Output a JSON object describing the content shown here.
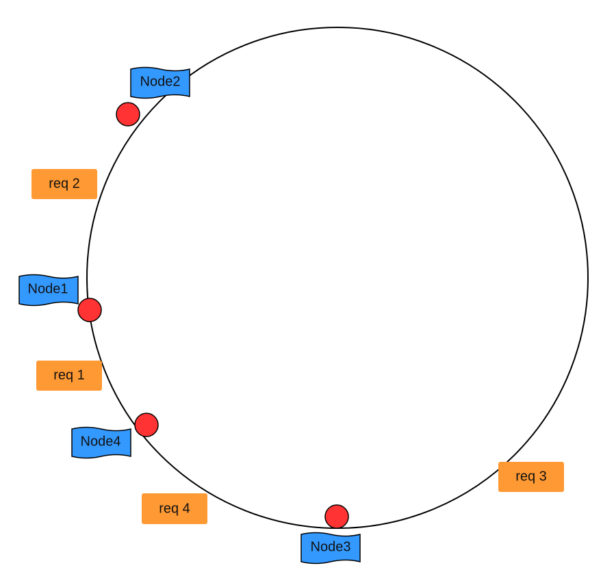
{
  "colors": {
    "ring": "#000000",
    "node_marker": "#ff3333",
    "node_flag": "#3399ff",
    "request_box": "#ff9933",
    "text": "#111111"
  },
  "nodes": [
    {
      "label": "Node2"
    },
    {
      "label": "Node1"
    },
    {
      "label": "Node4"
    },
    {
      "label": "Node3"
    }
  ],
  "requests": [
    {
      "label": "req 2"
    },
    {
      "label": "req 1"
    },
    {
      "label": "req 4"
    },
    {
      "label": "req 3"
    }
  ]
}
